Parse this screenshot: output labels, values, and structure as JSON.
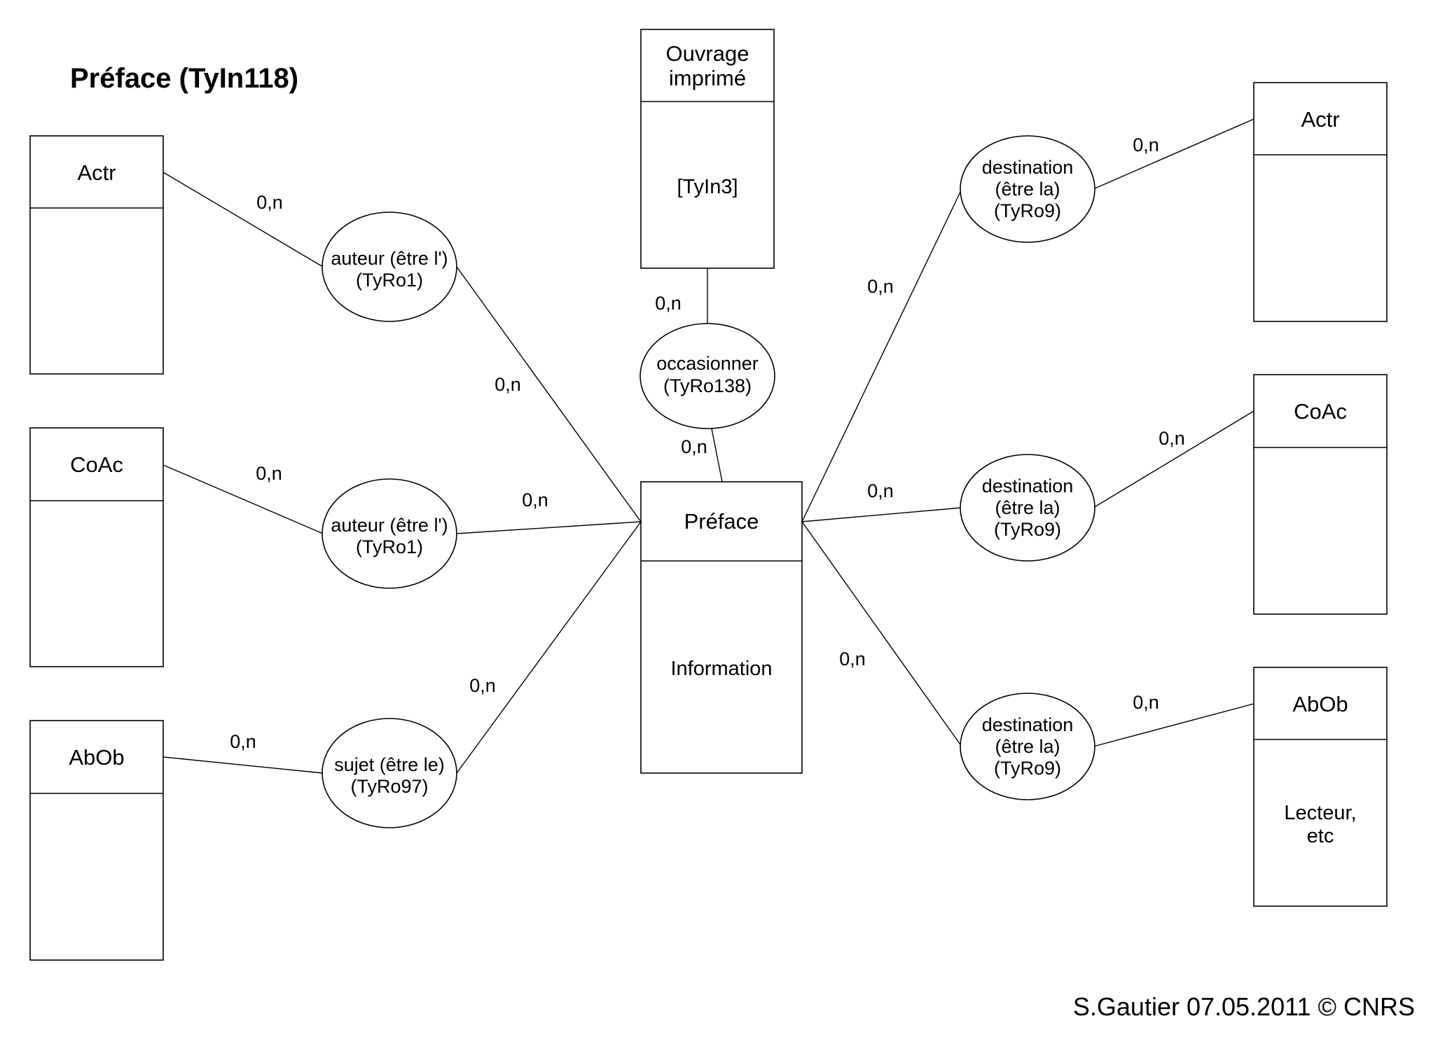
{
  "title": "Préface  (TyIn118)",
  "credit": "S.Gautier  07.05.2011 © CNRS",
  "entities": {
    "left_actr": {
      "title": "Actr"
    },
    "left_coac": {
      "title": "CoAc"
    },
    "left_abob": {
      "title": "AbOb"
    },
    "ouvrage": {
      "title": [
        "Ouvrage",
        "imprimé"
      ],
      "body": "[TyIn3]"
    },
    "preface": {
      "title": "Préface",
      "body": "Information"
    },
    "right_actr": {
      "title": "Actr"
    },
    "right_coac": {
      "title": "CoAc"
    },
    "right_abob": {
      "title": "AbOb",
      "body": [
        "Lecteur,",
        "etc"
      ]
    }
  },
  "relations": {
    "auteur_1": [
      "auteur (être l')",
      "(TyRo1)"
    ],
    "auteur_2": [
      "auteur (être l')",
      "(TyRo1)"
    ],
    "sujet": [
      "sujet  (être le)",
      "(TyRo97)"
    ],
    "occasionner": [
      "occasionner",
      "(TyRo138)"
    ],
    "destination_1": [
      "destination",
      "(être la)",
      "(TyRo9)"
    ],
    "destination_2": [
      "destination",
      "(être la)",
      "(TyRo9)"
    ],
    "destination_3": [
      "destination",
      "(être la)",
      "(TyRo9)"
    ]
  },
  "cardinalities": {
    "actr_auteur": "0,n",
    "auteur_preface": "0,n",
    "coac_auteur": "0,n",
    "auteur2_preface": "0,n",
    "abob_sujet": "0,n",
    "sujet_preface": "0,n",
    "ouvrage_occasionner": "0,n",
    "occasionner_preface": "0,n",
    "preface_dest1": "0,n",
    "dest1_actr": "0,n",
    "preface_dest2": "0,n",
    "dest2_coac": "0,n",
    "preface_dest3": "0,n",
    "dest3_abob": "0,n"
  }
}
